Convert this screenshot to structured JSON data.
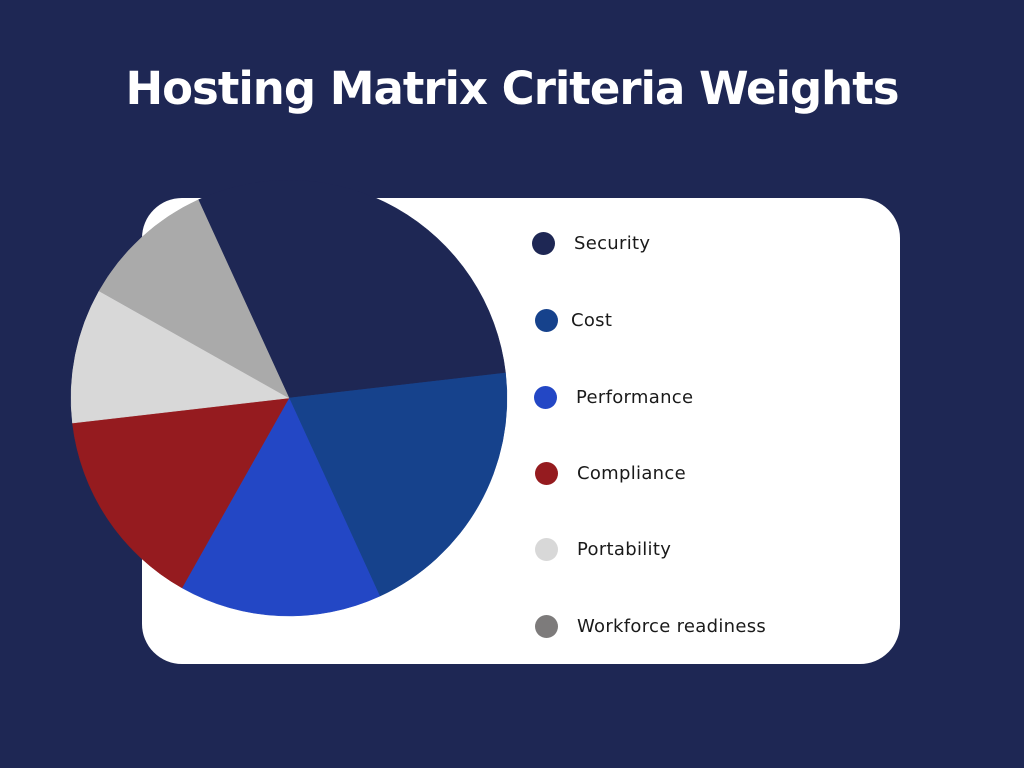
{
  "title": "Hosting Matrix Criteria Weights",
  "colors": {
    "background": "#1e2754",
    "card": "#ffffff"
  },
  "legend": {
    "items": [
      {
        "label": "Security",
        "color": "#1e2754"
      },
      {
        "label": "Cost",
        "color": "#16428c"
      },
      {
        "label": "Performance",
        "color": "#2347c5"
      },
      {
        "label": "Compliance",
        "color": "#951b1f"
      },
      {
        "label": "Portability",
        "color": "#d8d8d8"
      },
      {
        "label": "Workforce readiness",
        "color": "#aaaaaa"
      }
    ]
  },
  "chart_data": {
    "type": "pie",
    "title": "Hosting Matrix Criteria Weights",
    "categories": [
      "Security",
      "Cost",
      "Performance",
      "Compliance",
      "Portability",
      "Workforce readiness"
    ],
    "values": [
      30,
      20,
      15,
      15,
      10,
      10
    ],
    "unit": "percent (estimated from slice angles)",
    "colors": [
      "#1e2754",
      "#16428c",
      "#2347c5",
      "#951b1f",
      "#d8d8d8",
      "#aaaaaa"
    ],
    "start_angle_deg": -24.6,
    "direction": "clockwise",
    "legend_position": "right",
    "data_labels": false
  }
}
